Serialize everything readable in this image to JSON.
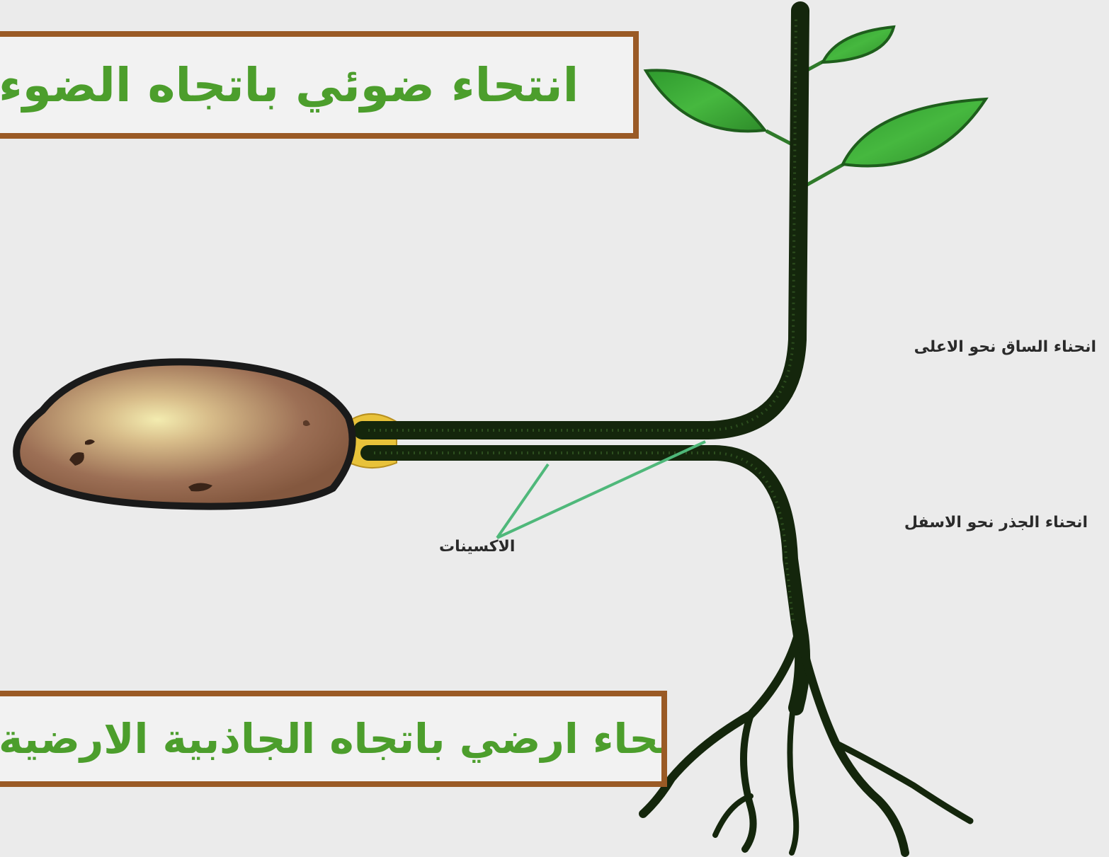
{
  "titles": {
    "phototropism": "انتحاء ضوئي باتجاه الضوء",
    "geotropism": "انتحاء ارضي باتجاه الجاذبية الارضية"
  },
  "labels": {
    "stem_up": "انحناء الساق نحو الاعلى",
    "root_down": "انحناء الجذر نحو الاسفل",
    "auxins": "الاكسينات"
  },
  "colors": {
    "background": "#ebebeb",
    "title_text": "#4c9e2c",
    "title_border": "#9a5a25",
    "stem": "#1b2e12",
    "leaf": "#3aaa35",
    "seed": "#9a6f55",
    "auxin_lines": "#4fb87a"
  }
}
